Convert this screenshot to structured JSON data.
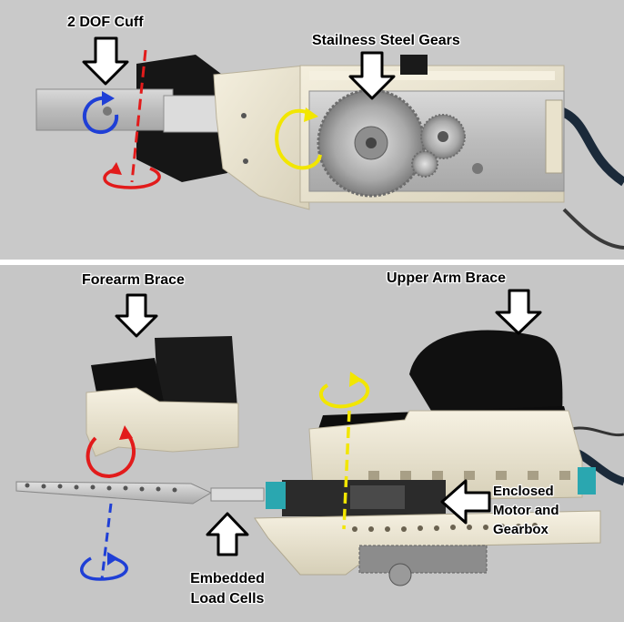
{
  "labels": {
    "cuff": "2 DOF Cuff",
    "gears": "Stailness Steel Gears",
    "forearm": "Forearm Brace",
    "upper_arm": "Upper Arm Brace",
    "motor_line1": "Enclosed",
    "motor_line2": "Motor and",
    "motor_line3": "Gearbox",
    "load_line1": "Embedded",
    "load_line2": "Load Cells"
  },
  "colors": {
    "annotation_red": "#e21b1b",
    "annotation_blue": "#1f3fd6",
    "annotation_yellow": "#f2e600",
    "label_text": "#000000",
    "background": "#c8c8c8",
    "plastic": "#ece6d2",
    "aluminum": "#bdbdbd"
  }
}
